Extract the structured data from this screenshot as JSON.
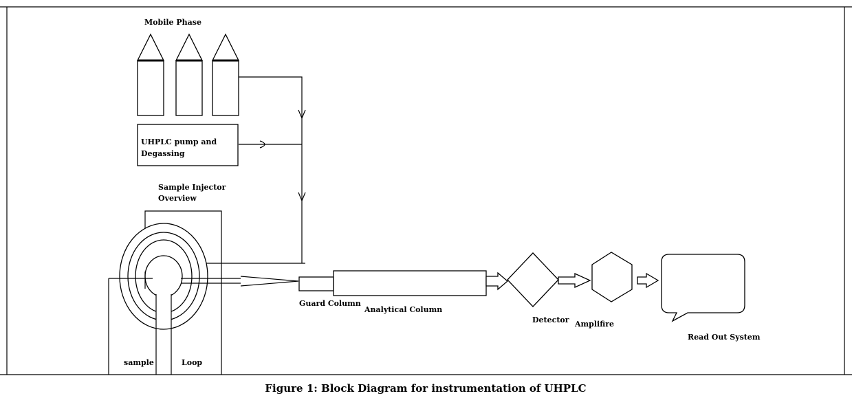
{
  "labels": {
    "mobile_phase": "Mobile Phase",
    "pump_line1": "UHPLC pump and",
    "pump_line2": "Degassing",
    "injector_line1": "Sample Injector",
    "injector_line2": "Overview",
    "guard_column": "Guard Column",
    "analytical_column": "Analytical Column",
    "detector": "Detector",
    "amplifier": "Amplifire",
    "readout": "Read Out System",
    "sample": "sample",
    "loop": "Loop"
  },
  "caption": "Figure 1: Block Diagram for instrumentation of UHPLC"
}
